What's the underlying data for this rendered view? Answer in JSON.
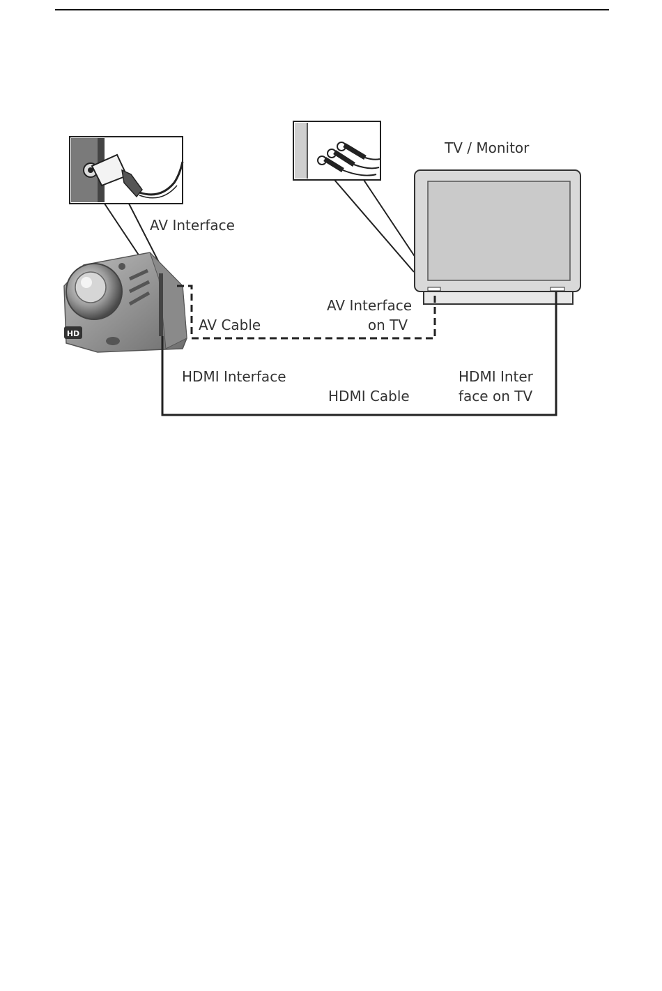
{
  "labels": {
    "tv_monitor": "TV / Monitor",
    "av_interface": "AV Interface",
    "av_interface_on_tv_1": "AV Interface",
    "av_interface_on_tv_2": "on TV",
    "av_cable": "AV Cable",
    "hdmi_interface": "HDMI Interface",
    "hdmi_cable": "HDMI Cable",
    "hdmi_interface_on_tv_1": "HDMI Inter",
    "hdmi_interface_on_tv_2": "face on TV"
  },
  "camera": {
    "badge": "HD"
  }
}
